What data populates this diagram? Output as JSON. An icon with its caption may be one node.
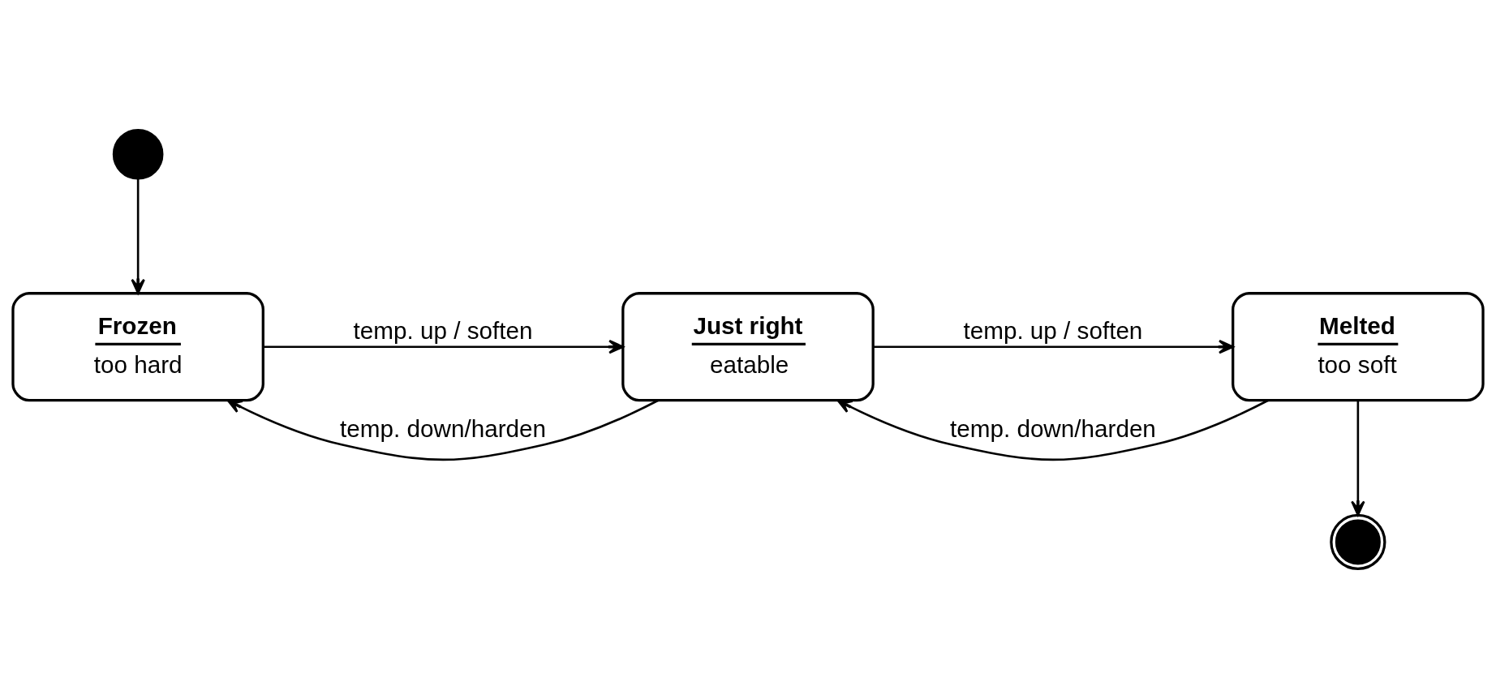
{
  "diagram": {
    "nodes": [
      {
        "text": [],
        "shape": "circle"
      },
      {
        "text": [
          "Frozen",
          "too hard"
        ]
      },
      {
        "text": [
          "Just right",
          "eatable"
        ]
      },
      {
        "text": [
          "Melted",
          "too soft"
        ]
      },
      {
        "text": [],
        "shape": "bullseye"
      }
    ],
    "edges": [
      {
        "from": 0,
        "to": 1,
        "arrow": "to"
      },
      {
        "from": 2,
        "to": 1,
        "arrow": "to",
        "label": "temp. down/harden"
      },
      {
        "from": 3,
        "to": 2,
        "arrow": "to",
        "label": "temp. down/harden"
      },
      {
        "from": 1,
        "to": 2,
        "arrow": "to",
        "label": "temp. up / soften"
      },
      {
        "from": 2,
        "to": 3,
        "arrow": "to",
        "label": "temp. up / soften"
      },
      {
        "from": 3,
        "to": 4,
        "arrow": "to"
      }
    ]
  }
}
